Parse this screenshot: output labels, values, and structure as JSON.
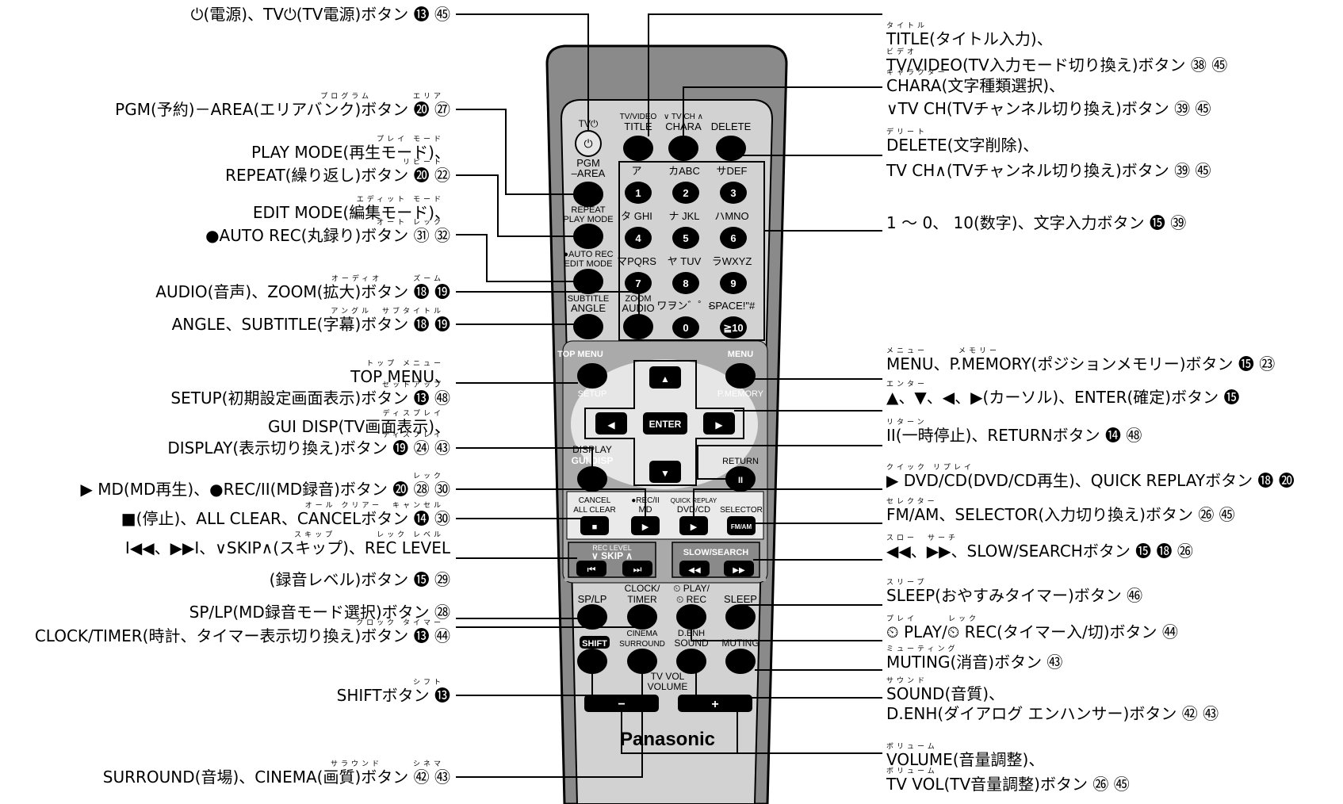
{
  "remote": {
    "brand": "Panasonic",
    "buttons": {
      "tv_power": "TV⏻",
      "tv_video": "TV/VIDEO",
      "title": "TITLE",
      "chara": "CHARA",
      "tv_ch": "TV CH",
      "delete": "DELETE",
      "pgm": "PGM",
      "area": "–AREA",
      "repeat": "REPEAT",
      "play_mode": "PLAY MODE",
      "auto_rec": "●AUTO REC",
      "edit_mode": "EDIT MODE",
      "subtitle": "SUBTITLE",
      "angle": "ANGLE",
      "zoom": "ZOOM",
      "audio": "AUDIO",
      "top_menu": "TOP MENU",
      "menu": "MENU",
      "setup": "SETUP",
      "pmemory": "P.MEMORY",
      "enter": "ENTER",
      "display": "DISPLAY",
      "gui_disp": "GUI DISP",
      "return": "RETURN",
      "cancel": "CANCEL",
      "all_clear": "ALL CLEAR",
      "rec_pause": "●REC/II",
      "md": "MD",
      "quick_replay": "QUICK REPLAY",
      "dvd_cd": "DVD/CD",
      "selector": "SELECTOR",
      "fm_am": "FM/AM",
      "rec_level": "REC LEVEL",
      "skip": "SKIP",
      "slow_search": "SLOW/SEARCH",
      "sp_lp": "SP/LP",
      "clock_timer_1": "CLOCK/",
      "clock_timer_2": "TIMER",
      "play_timer_1": "⏲ PLAY/",
      "play_timer_2": "⏲ REC",
      "sleep": "SLEEP",
      "shift": "SHIFT",
      "cinema": "CINEMA",
      "surround": "SURROUND",
      "denh": "D.ENH",
      "sound": "SOUND",
      "muting": "MUTING",
      "tv_vol": "TV VOL",
      "volume": "VOLUME"
    },
    "numpad": [
      {
        "kana": "ア",
        "num": "1"
      },
      {
        "kana": "カABC",
        "num": "2"
      },
      {
        "kana": "サDEF",
        "num": "3"
      },
      {
        "kana": "タ GHI",
        "num": "4"
      },
      {
        "kana": "ナ JKL",
        "num": "5"
      },
      {
        "kana": "ハMNO",
        "num": "6"
      },
      {
        "kana": "マPQRS",
        "num": "7"
      },
      {
        "kana": "ヤ TUV",
        "num": "8"
      },
      {
        "kana": "ラWXYZ",
        "num": "9"
      },
      {
        "kana": "ワヲン゛゜-",
        "num": "0"
      },
      {
        "kana": "SPACE!\"#",
        "num": "≧10"
      }
    ]
  },
  "left_labels": [
    {
      "ruby": "",
      "text": "⏻(電源)、TV⏻(TV電源)ボタン ⓭ ㊺"
    },
    {
      "ruby": "プログラム　　　　エリア",
      "text": "PGM(予約)－AREA(エリアバンク)ボタン ⓴ ㉗"
    },
    {
      "ruby": "プレイ モード",
      "text": "PLAY MODE(再生モード)、"
    },
    {
      "ruby": "リピート",
      "text": "REPEAT(繰り返し)ボタン ⓴ ㉒"
    },
    {
      "ruby": "エディット モード",
      "text": "EDIT MODE(編集モード)、"
    },
    {
      "ruby": "オート レック",
      "text": "●AUTO REC(丸録り)ボタン ㉛ ㉜"
    },
    {
      "ruby": "オーディオ　　　ズーム",
      "text": "AUDIO(音声)、ZOOM(拡大)ボタン ⓲ ⓳"
    },
    {
      "ruby": "アングル　サブタイトル",
      "text": "ANGLE、SUBTITLE(字幕)ボタン ⓲ ⓳"
    },
    {
      "ruby": "トップ メニュー",
      "text": "TOP MENU、"
    },
    {
      "ruby": "セットアップ",
      "text": "SETUP(初期設定画面表示)ボタン ⓭ ㊽"
    },
    {
      "ruby": "ディスプレイ",
      "text": "GUI DISP(TV画面表示)、"
    },
    {
      "ruby": "ディスプレイ",
      "text": "DISPLAY(表示切り換え)ボタン ⓳ ㉔ ㊸"
    },
    {
      "ruby": "レック",
      "text": "▶ MD(MD再生)、●REC/II(MD録音)ボタン ⓴ ㉘ ㉚"
    },
    {
      "ruby": "オール クリアー　キャンセル",
      "text": "■(停止)、ALL CLEAR、CANCELボタン ⓮ ㉚"
    },
    {
      "ruby": "スキップ　　　　レック レベル",
      "text": "I◀◀、▶▶I、∨SKIP∧(スキップ)、REC LEVEL"
    },
    {
      "ruby": "",
      "text": "(録音レベル)ボタン ⓯ ㉙"
    },
    {
      "ruby": "",
      "text": "SP/LP(MD録音モード選択)ボタン ㉘"
    },
    {
      "ruby": "クロック タイマー",
      "text": "CLOCK/TIMER(時計、タイマー表示切り換え)ボタン ⓭ ㊹"
    },
    {
      "ruby": "シフト",
      "text": "SHIFTボタン ⓭"
    },
    {
      "ruby": "サラウンド　　　シネマ",
      "text": "SURROUND(音場)、CINEMA(画質)ボタン ㊷ ㊸"
    }
  ],
  "right_labels": [
    {
      "ruby": "タイトル",
      "text": "TITLE(タイトル入力)、"
    },
    {
      "ruby": "ビデオ",
      "text": "TV/VIDEO(TV入力モード切り換え)ボタン ㊳ ㊺"
    },
    {
      "ruby": "キャラクター",
      "text": "CHARA(文字種類選択)、"
    },
    {
      "ruby": "",
      "text": "∨TV CH(TVチャンネル切り換え)ボタン ㊴ ㊺"
    },
    {
      "ruby": "デリート",
      "text": "DELETE(文字削除)、"
    },
    {
      "ruby": "",
      "text": "TV CH∧(TVチャンネル切り換え)ボタン ㊴ ㊺"
    },
    {
      "ruby": "",
      "text": "1 ～ 0、 10(数字)、文字入力ボタン ⓯ ㊴"
    },
    {
      "ruby": "メニュー　　　メモリー",
      "text": "MENU、P.MEMORY(ポジションメモリー)ボタン ⓯ ㉓"
    },
    {
      "ruby": "エンター",
      "text": "▲、▼、◀、▶(カーソル)、ENTER(確定)ボタン ⓯"
    },
    {
      "ruby": "リターン",
      "text": "II(一時停止)、RETURNボタン ⓮ ㊽"
    },
    {
      "ruby": "クイック リプレイ",
      "text": "▶ DVD/CD(DVD/CD再生)、QUICK REPLAYボタン ⓲ ⓴"
    },
    {
      "ruby": "セレクター",
      "text": "FM/AM、SELECTOR(入力切り換え)ボタン ㉖ ㊺"
    },
    {
      "ruby": "スロー　サーチ",
      "text": "◀◀、▶▶、SLOW/SEARCHボタン ⓯ ⓲ ㉖"
    },
    {
      "ruby": "スリープ",
      "text": "SLEEP(おやすみタイマー)ボタン ㊻"
    },
    {
      "ruby": "プレイ　　　レック",
      "text": "⏲ PLAY/⏲ REC(タイマー入/切)ボタン ㊹"
    },
    {
      "ruby": "ミューティング",
      "text": "MUTING(消音)ボタン ㊸"
    },
    {
      "ruby": "サウンド",
      "text": "SOUND(音質)、"
    },
    {
      "ruby": "",
      "text": "D.ENH(ダイアログ エンハンサー)ボタン ㊷ ㊸"
    },
    {
      "ruby": "ボリューム",
      "text": "VOLUME(音量調整)、"
    },
    {
      "ruby": "ボリューム",
      "text": "TV VOL(TV音量調整)ボタン ㉖ ㊺"
    }
  ]
}
